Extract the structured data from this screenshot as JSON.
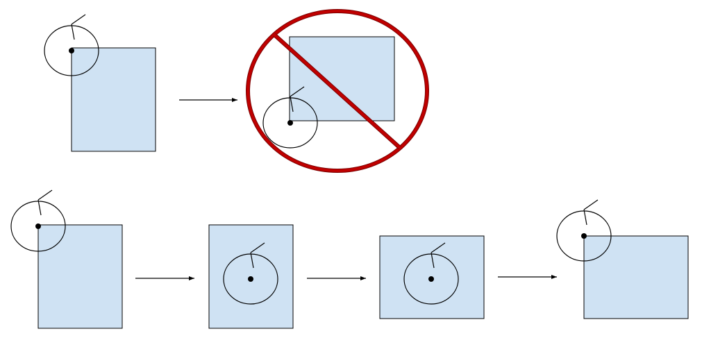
{
  "colors": {
    "background": "#ffffff",
    "rect_fill": "#cfe2f3",
    "stroke": "#000000",
    "forbidden_stroke": "#c00000",
    "forbidden_outline": "#7a0000"
  },
  "icons": {
    "rotation_handle": "circle-with-center-dot-and-tick",
    "arrow": "right-arrow",
    "prohibited": "circle-backslash"
  },
  "rows": {
    "incorrect": {
      "steps": [
        {
          "name": "top-invalid-start",
          "handle": "top-left-outside"
        },
        {
          "name": "top-invalid-result",
          "handle": "bottom-left-inside",
          "prohibited": true
        }
      ]
    },
    "correct": {
      "steps": [
        {
          "name": "bottom-start",
          "handle": "top-left-outside"
        },
        {
          "name": "bottom-handle-centered",
          "handle": "center"
        },
        {
          "name": "bottom-rotated-centered",
          "handle": "center"
        },
        {
          "name": "bottom-handle-restored",
          "handle": "top-left-outside"
        }
      ]
    }
  }
}
